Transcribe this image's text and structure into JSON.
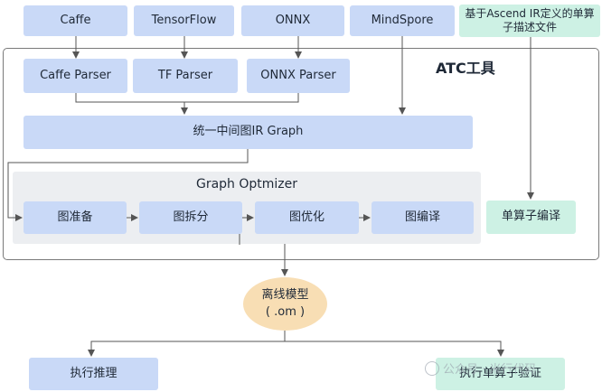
{
  "sources": {
    "caffe": "Caffe",
    "tensorflow": "TensorFlow",
    "onnx": "ONNX",
    "mindspore": "MindSpore",
    "ir_def": "基于Ascend IR定义的单算子描述文件"
  },
  "atc": {
    "title": "ATC工具",
    "caffe_parser": "Caffe Parser",
    "tf_parser": "TF Parser",
    "onnx_parser": "ONNX Parser",
    "ir_graph": "统一中间图IR Graph",
    "optimizer_title": "Graph Optmizer",
    "stage1": "图准备",
    "stage2": "图拆分",
    "stage3": "图优化",
    "stage4": "图编译",
    "op_compile": "单算子编译"
  },
  "offline_model": {
    "line1": "离线模型",
    "line2": "( .om )"
  },
  "outputs": {
    "infer": "执行推理",
    "verify": "执行单算子验证"
  },
  "watermark": "公众号 · 米行代码"
}
